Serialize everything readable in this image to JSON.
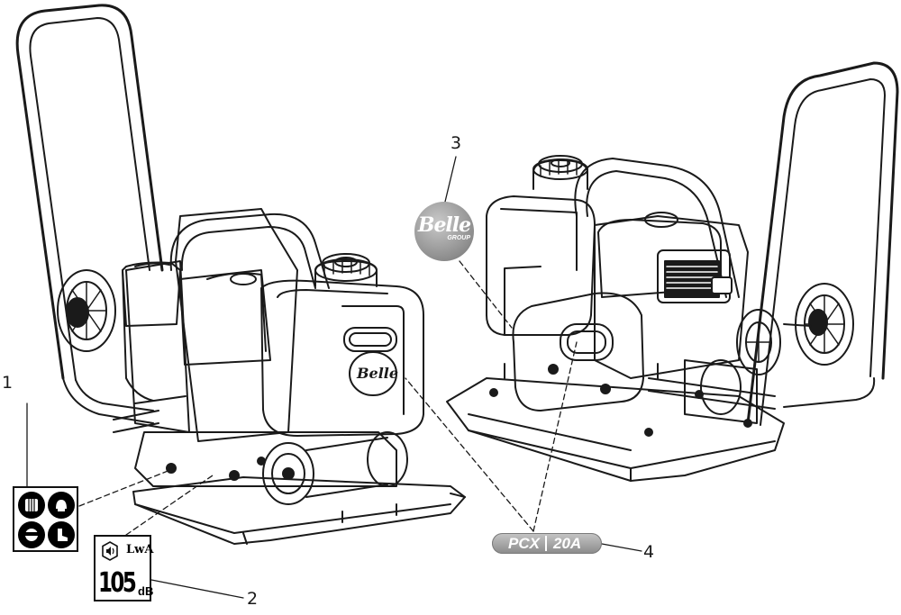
{
  "callouts": {
    "label_1": "1",
    "label_2": "2",
    "label_3": "3",
    "label_4": "4"
  },
  "ppe_panel": {
    "icons": [
      "ear-protection-icon",
      "head-protection-icon",
      "eye-protection-icon",
      "safety-boots-icon"
    ]
  },
  "noise_label": {
    "lwa": "LwA",
    "value": "105",
    "unit": "dB"
  },
  "belle_badge": {
    "brand": "Belle",
    "group": "GROUP"
  },
  "model_badge": {
    "part1": "PCX",
    "part2": "20A"
  },
  "colors": {
    "line": "#1a1a1a",
    "badge_grey": "#9a9a9a"
  }
}
